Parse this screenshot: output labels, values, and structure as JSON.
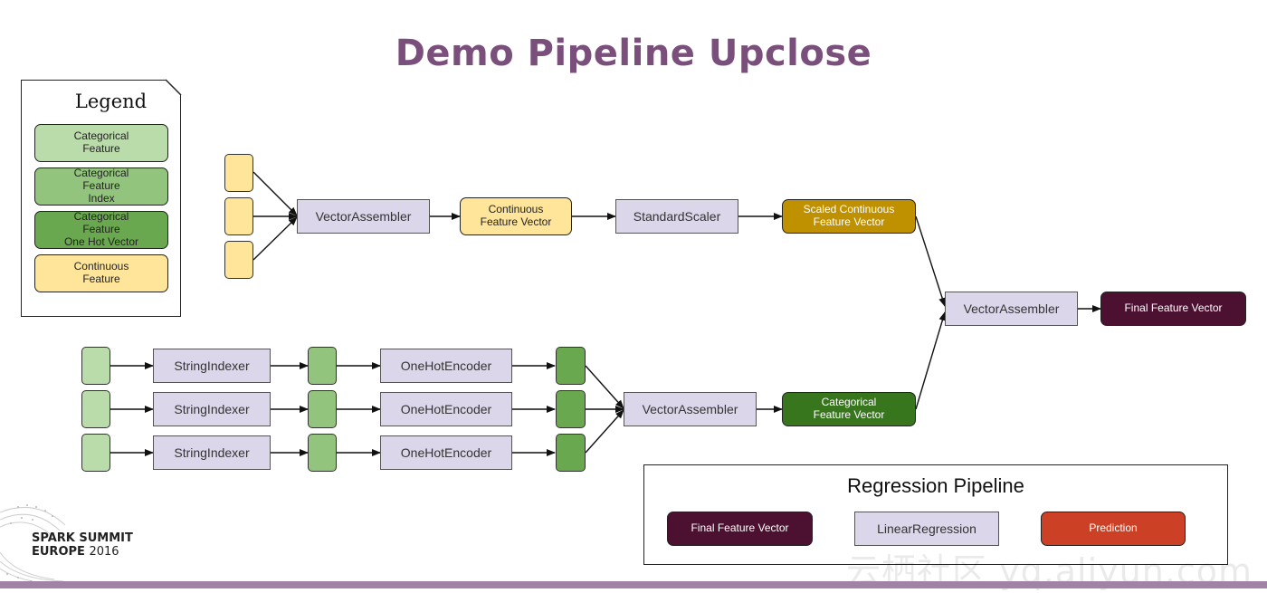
{
  "title": "Demo Pipeline Upclose",
  "legend": {
    "title": "Legend",
    "items": [
      {
        "label": "Categorical\nFeature"
      },
      {
        "label": "Categorical\nFeature\nIndex"
      },
      {
        "label": "Categorical\nFeature\nOne Hot Vector"
      },
      {
        "label": "Continuous\nFeature"
      }
    ]
  },
  "pipeline": {
    "continuous": {
      "assembler": "VectorAssembler",
      "feature_vector": "Continuous\nFeature Vector",
      "scaler": "StandardScaler",
      "scaled_vector": "Scaled Continuous\nFeature Vector"
    },
    "categorical": {
      "indexers": [
        "StringIndexer",
        "StringIndexer",
        "StringIndexer"
      ],
      "encoders": [
        "OneHotEncoder",
        "OneHotEncoder",
        "OneHotEncoder"
      ],
      "assembler": "VectorAssembler",
      "feature_vector": "Categorical\nFeature Vector"
    },
    "final": {
      "assembler": "VectorAssembler",
      "feature_vector": "Final Feature Vector"
    }
  },
  "regression": {
    "title": "Regression Pipeline",
    "input": "Final Feature Vector",
    "model": "LinearRegression",
    "output": "Prediction"
  },
  "logo": {
    "line1": "SPARK SUMMIT",
    "line2": "EUROPE",
    "year": "2016"
  },
  "watermark": "云栖社区 yq.aliyun.com",
  "colors": {
    "title": "#7a4f7c",
    "transformer": "#dcd6ea",
    "categorical_feature": "#b9dcaa",
    "categorical_index": "#93c47d",
    "one_hot_vector": "#6aa84f",
    "continuous_feature": "#ffe599",
    "scaled_vector": "#bf9000",
    "categorical_vector": "#38761d",
    "final_vector": "#4c1130",
    "prediction": "#cc4125"
  }
}
